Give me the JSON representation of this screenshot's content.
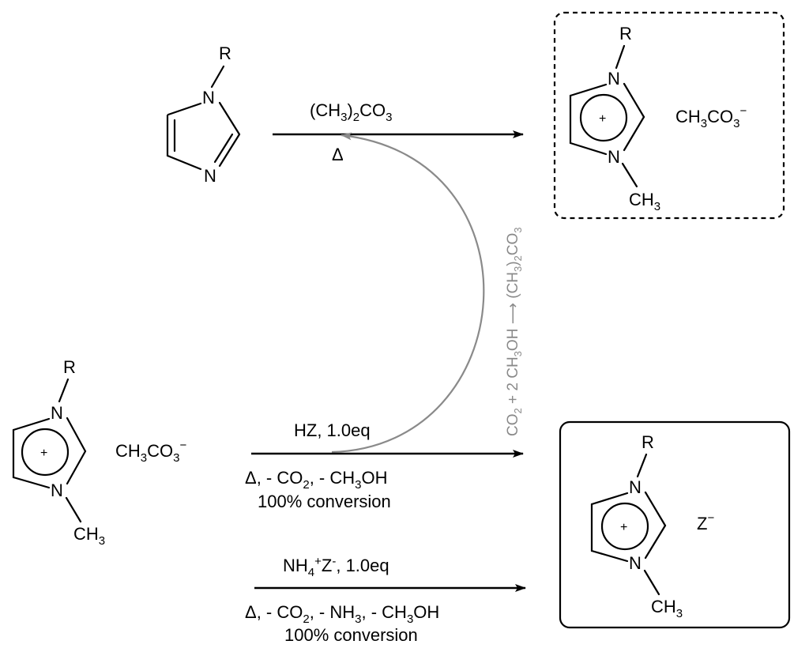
{
  "substituents": {
    "r": "R",
    "n": "N",
    "ch3": "CH",
    "ch3_sub": "3",
    "plus": "+",
    "delta": "Δ"
  },
  "reaction1": {
    "reagent_a": "(CH",
    "reagent_a_sub": "3",
    "reagent_b": ")",
    "reagent_b_sub": "2",
    "reagent_c": "CO",
    "reagent_c_sub": "3",
    "condition": "Δ"
  },
  "product1": {
    "anion_a": "CH",
    "anion_a_sub": "3",
    "anion_b": "CO",
    "anion_b_sub": "3",
    "anion_charge": "−"
  },
  "starting_salt": {
    "anion_a": "CH",
    "anion_a_sub": "3",
    "anion_b": "CO",
    "anion_b_sub": "3",
    "anion_charge": "−"
  },
  "reaction2": {
    "reagent": "HZ, 1.0eq",
    "cond_a": "Δ, - CO",
    "cond_a_sub": "2",
    "cond_b": ", - CH",
    "cond_b_sub": "3",
    "cond_c": "OH",
    "conversion": "100% conversion"
  },
  "reaction3": {
    "reagent_a": "NH",
    "reagent_a_sub": "4",
    "reagent_a_sup": "+",
    "reagent_b": "Z",
    "reagent_b_sup": "-",
    "reagent_c": ", 1.0eq",
    "cond_a": "Δ, - CO",
    "cond_a_sub": "2",
    "cond_b": ", - NH",
    "cond_b_sub": "3",
    "cond_c": ", - CH",
    "cond_c_sub": "3",
    "cond_d": "OH",
    "conversion": "100% conversion"
  },
  "product2": {
    "anion": "Z",
    "anion_charge": "−"
  },
  "recycle": {
    "a": "CO",
    "a_sub": "2",
    "b": " + 2 CH",
    "b_sub": "3",
    "c": "OH",
    "arrow": " ⟶ ",
    "d": "(CH",
    "d_sub": "3",
    "e": ")",
    "e_sub": "2",
    "f": "CO",
    "f_sub": "3"
  },
  "colors": {
    "ink": "#000000",
    "recycle_grey": "#8a8a8a",
    "background": "#ffffff"
  }
}
